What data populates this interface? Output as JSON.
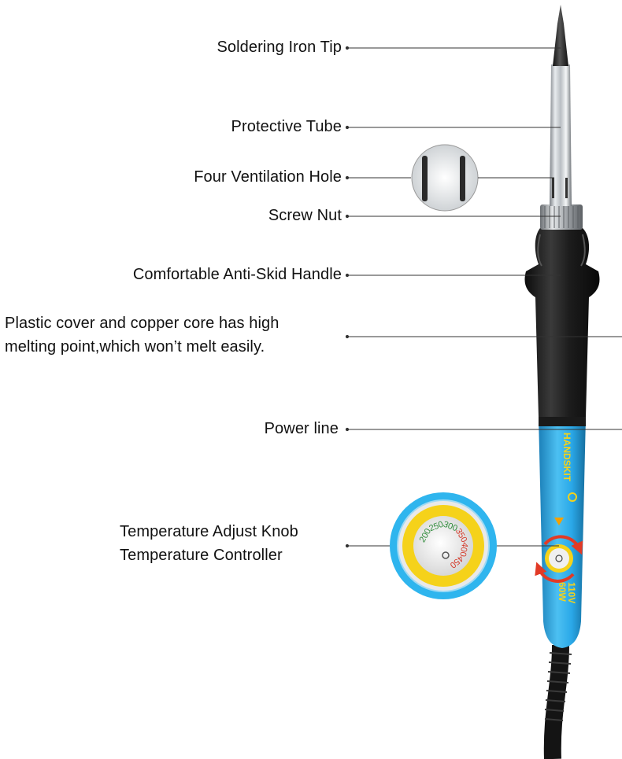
{
  "labels": {
    "tip": "Soldering Iron Tip",
    "tube": "Protective Tube",
    "vent": "Four Ventilation Hole",
    "nut": "Screw Nut",
    "handle": "Comfortable Anti-Skid Handle",
    "cover_line1": "Plastic cover and copper core has high",
    "cover_line2": "melting point,which won’t melt easily.",
    "power": "Power line",
    "knob_line1": "Temperature Adjust Knob",
    "knob_line2": "Temperature Controller"
  },
  "body_print": {
    "brand": "HANDSKIT",
    "voltage": "110V",
    "wattage": "60W"
  },
  "dial_marks": [
    {
      "value": "200",
      "angle": 150,
      "color": "#2e8b3a"
    },
    {
      "value": "250",
      "angle": 110,
      "color": "#2e8b3a"
    },
    {
      "value": "300",
      "angle": 70,
      "color": "#2e8b3a"
    },
    {
      "value": "350",
      "angle": 30,
      "color": "#d43a2a"
    },
    {
      "value": "400",
      "angle": -10,
      "color": "#d43a2a"
    },
    {
      "value": "450",
      "angle": -50,
      "color": "#d43a2a"
    }
  ],
  "colors": {
    "body_blue": "#2aa8e8",
    "handle_black": "#1a1a1a",
    "knob_yellow": "#f5d21a",
    "arrow_red": "#e23a26",
    "leader_line": "#333333"
  }
}
